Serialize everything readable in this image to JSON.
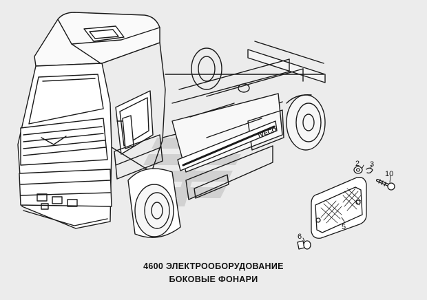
{
  "caption": {
    "line1": "4600  ЭЛЕКТРООБОРУДОВАНИЕ",
    "line2": "БОКОВЫЕ ФОНАРИ"
  },
  "callouts": {
    "c2": "2",
    "c3": "3",
    "c10": "10",
    "c5": "5",
    "c6": "6"
  },
  "truck": {
    "side_badge": "IVECO"
  },
  "colors": {
    "line": "#1a1a1a",
    "background": "#ececec",
    "watermark": "#c9c9c9"
  },
  "icons": [
    "truck-drawing",
    "side-marker-lamp",
    "bulb",
    "screw",
    "nut",
    "washer",
    "watermark-logo"
  ]
}
